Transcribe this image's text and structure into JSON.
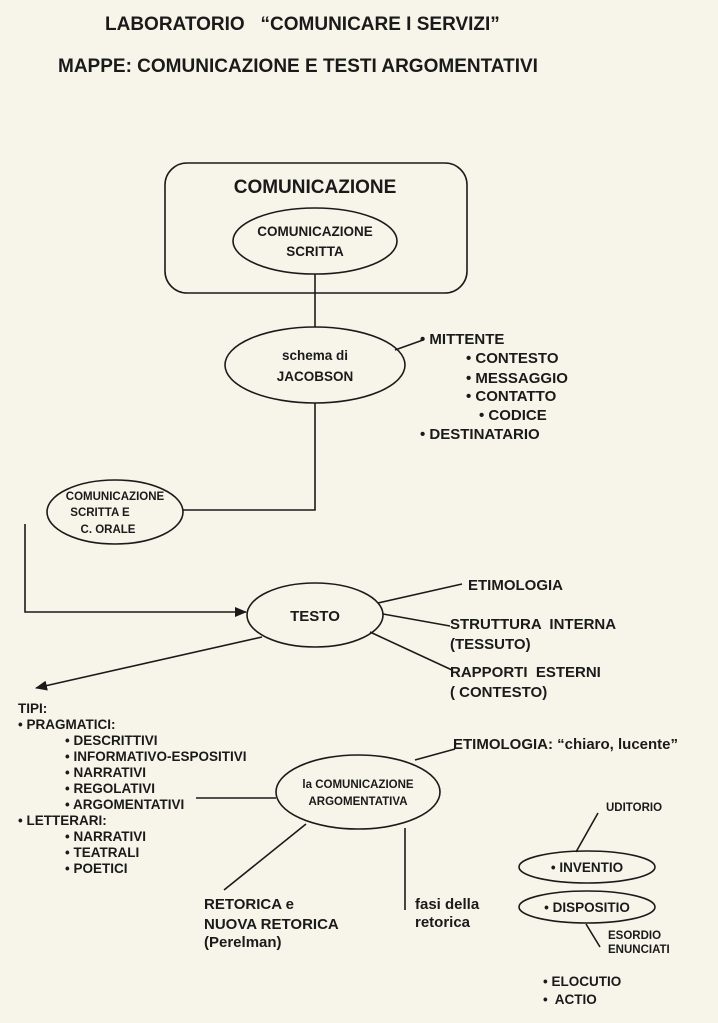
{
  "header": {
    "title": "LABORATORIO   “COMUNICARE I SERVIZI”",
    "subtitle": "MAPPE: COMUNICAZIONE E TESTI ARGOMENTATIVI"
  },
  "map": {
    "root": "COMUNICAZIONE",
    "written": [
      "COMUNICAZIONE",
      "SCRITTA"
    ],
    "jacobson": [
      "schema di",
      "JACOBSON"
    ],
    "jacobson_items": [
      "• MITTENTE",
      "• CONTESTO",
      "• MESSAGGIO",
      "• CONTATTO",
      "• CODICE",
      "• DESTINATARIO"
    ],
    "oral": [
      "COMUNICAZIONE",
      "SCRITTA E",
      "C. ORALE"
    ],
    "testo": "TESTO",
    "testo_branches": {
      "etimologia": "ETIMOLOGIA",
      "struttura": [
        "STRUTTURA  INTERNA",
        "(TESSUTO)"
      ],
      "rapporti": [
        "RAPPORTI  ESTERNI",
        "( CONTESTO)"
      ]
    },
    "tipi": {
      "label": "TIPI:",
      "pragmatici": "• PRAGMATICI:",
      "pragmatici_items": [
        "• DESCRITTIVI",
        "• INFORMATIVO-ESPOSITIVI",
        "• NARRATIVI",
        "• REGOLATIVI",
        "• ARGOMENTATIVI"
      ],
      "letterari": "• LETTERARI:",
      "letterari_items": [
        "• NARRATIVI",
        "• TEATRALI",
        "• POETICI"
      ]
    },
    "argomentativa": [
      "la COMUNICAZIONE",
      "ARGOMENTATIVA"
    ],
    "etimologia_arg": "ETIMOLOGIA: “chiaro, lucente”",
    "retorica": [
      "RETORICA e",
      "NUOVA RETORICA",
      "(Perelman)"
    ],
    "fasi": [
      "fasi della",
      "retorica"
    ],
    "uditorio": "UDITORIO",
    "inventio": "• INVENTIO",
    "dispositio": "• DISPOSITIO",
    "esordio": [
      "ESORDIO",
      "ENUNCIATI"
    ],
    "altre_fasi": [
      "• ELOCUTIO",
      "•  ACTIO"
    ]
  }
}
